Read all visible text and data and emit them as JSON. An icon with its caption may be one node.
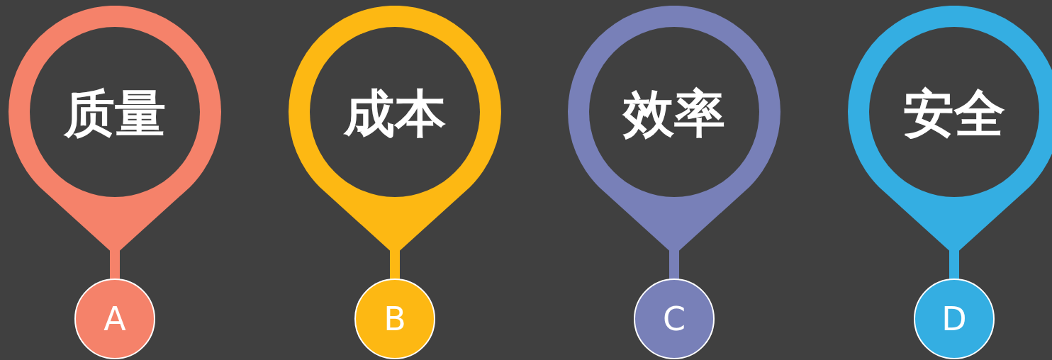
{
  "diagram": {
    "nodes": [
      {
        "text": [
          "质量"
        ]
      },
      {
        "text": [
          "A"
        ]
      },
      {
        "text": [
          "成本"
        ]
      },
      {
        "text": [
          "B"
        ]
      },
      {
        "text": [
          "效率"
        ]
      },
      {
        "text": [
          "C"
        ]
      },
      {
        "text": [
          "安全"
        ]
      },
      {
        "text": [
          "D"
        ]
      }
    ],
    "edges": [
      {
        "from": 0,
        "to": 1,
        "arrow": "none",
        "color": "#f5826a"
      },
      {
        "from": 2,
        "to": 3,
        "arrow": "none",
        "color": "#fdb813"
      },
      {
        "from": 4,
        "to": 5,
        "arrow": "none",
        "color": "#7880b8"
      },
      {
        "from": 6,
        "to": 7,
        "arrow": "none",
        "color": "#34aee2"
      }
    ]
  }
}
